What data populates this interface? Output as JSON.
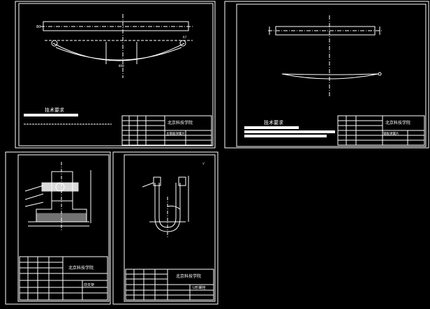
{
  "colors": {
    "background": "#000000",
    "line": "#ffffff",
    "centerline": "#ffffff",
    "highlight": "#ffffff"
  },
  "sheets": {
    "leaf_spring": {
      "notes_heading": "技术要求",
      "title_block": {
        "school": "北京科技学院",
        "part_name": "主钢板弹簧片"
      }
    },
    "spring_plate": {
      "notes_heading": "技术要求",
      "title_block": {
        "school": "北京科技学院",
        "part_name": "钢板弹簧片"
      }
    },
    "bracket": {
      "title_block": {
        "school": "北京科技学院",
        "part_name": "前支架"
      }
    },
    "u_bolt": {
      "title_block": {
        "school": "北京科技学院",
        "part_name": "U形螺栓"
      }
    }
  }
}
